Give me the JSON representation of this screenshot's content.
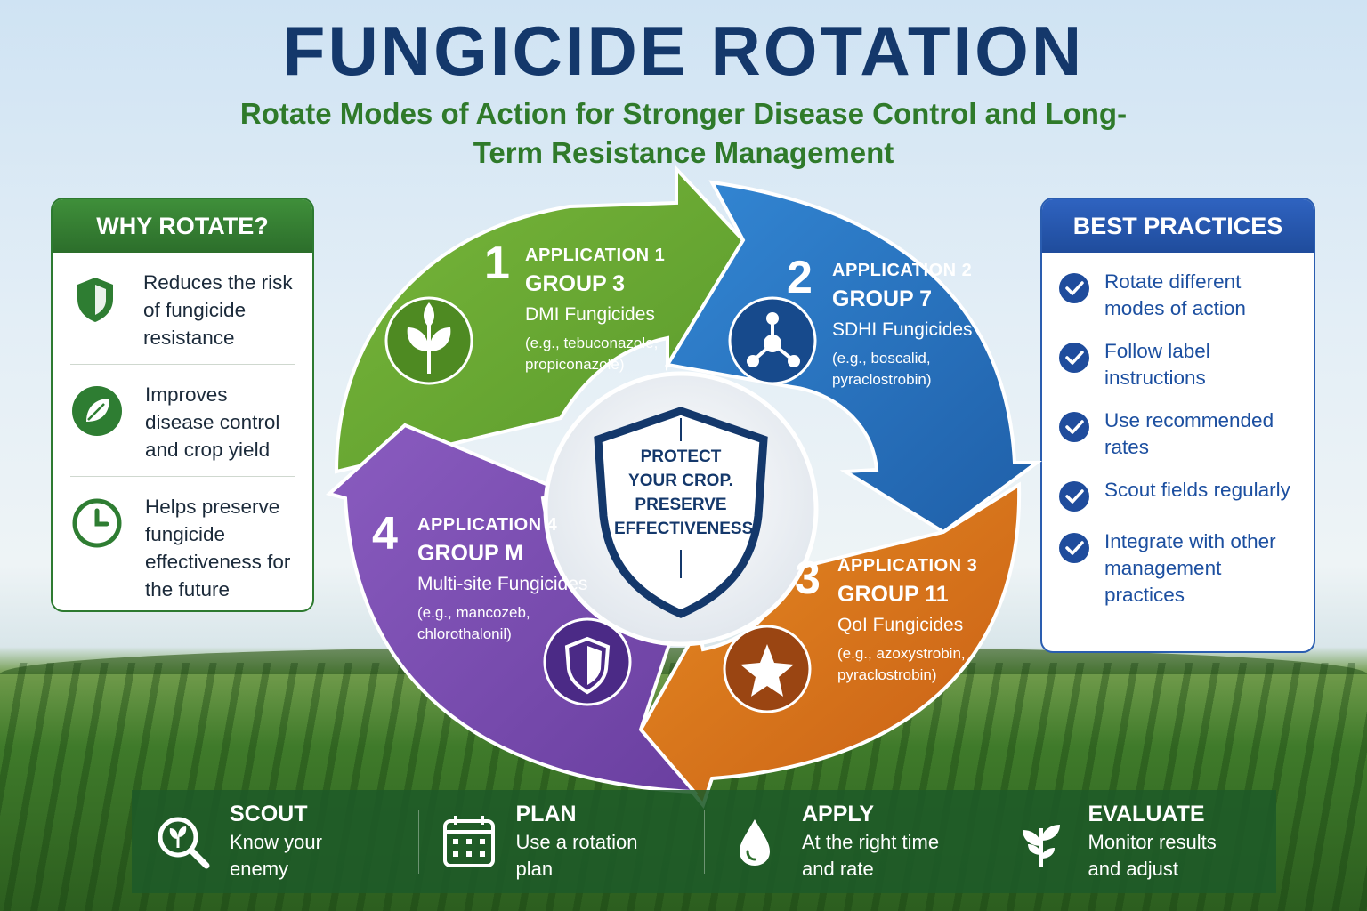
{
  "title": "FUNGICIDE ROTATION",
  "subtitle": "Rotate Modes of Action for Stronger Disease Control and Long-Term Resistance Management",
  "why_rotate": {
    "heading": "WHY ROTATE?",
    "items": [
      {
        "text": "Reduces the risk of fungicide resistance",
        "icon": "shield-icon"
      },
      {
        "text": "Improves disease control and crop yield",
        "icon": "leaf-icon"
      },
      {
        "text": "Helps preserve fungicide effectiveness for the future",
        "icon": "clock-icon"
      }
    ]
  },
  "best_practices": {
    "heading": "BEST PRACTICES",
    "items": [
      "Rotate different modes of action",
      "Follow label instructions",
      "Use recommended rates",
      "Scout fields regularly",
      "Integrate with other management practices"
    ]
  },
  "applications": [
    {
      "number": "1",
      "label": "APPLICATION 1",
      "group": "GROUP 3",
      "name": "DMI Fungicides",
      "example_1": "(e.g., tebuconazole,",
      "example_2": "propiconazole)",
      "color": "#6aa132",
      "icon": "leaf-icon"
    },
    {
      "number": "2",
      "label": "APPLICATION 2",
      "group": "GROUP 7",
      "name": "SDHI Fungicides",
      "example_1": "(e.g., boscalid,",
      "example_2": "pyraclostrobin)",
      "color": "#2a78c2",
      "icon": "molecule-icon"
    },
    {
      "number": "3",
      "label": "APPLICATION 3",
      "group": "GROUP 11",
      "name": "QoI Fungicides",
      "example_1": "(e.g., azoxystrobin,",
      "example_2": "pyraclostrobin)",
      "color": "#d9741c",
      "icon": "star-icon"
    },
    {
      "number": "4",
      "label": "APPLICATION 4",
      "group": "GROUP M",
      "name": "Multi-site Fungicides",
      "example_1": "(e.g., mancozeb,",
      "example_2": "chlorothalonil)",
      "color": "#7e4fb0",
      "icon": "shield-icon"
    }
  ],
  "center": {
    "line1": "PROTECT",
    "line2": "YOUR CROP.",
    "line3": "PRESERVE",
    "line4": "EFFECTIVENESS."
  },
  "steps": [
    {
      "title": "SCOUT",
      "desc_1": "Know your",
      "desc_2": "enemy",
      "icon": "magnifier-sprout-icon"
    },
    {
      "title": "PLAN",
      "desc_1": "Use a rotation",
      "desc_2": "plan",
      "icon": "calendar-icon"
    },
    {
      "title": "APPLY",
      "desc_1": "At the right time",
      "desc_2": "and rate",
      "icon": "droplet-icon"
    },
    {
      "title": "EVALUATE",
      "desc_1": "Monitor results",
      "desc_2": "and adjust",
      "icon": "seedling-icon"
    }
  ]
}
